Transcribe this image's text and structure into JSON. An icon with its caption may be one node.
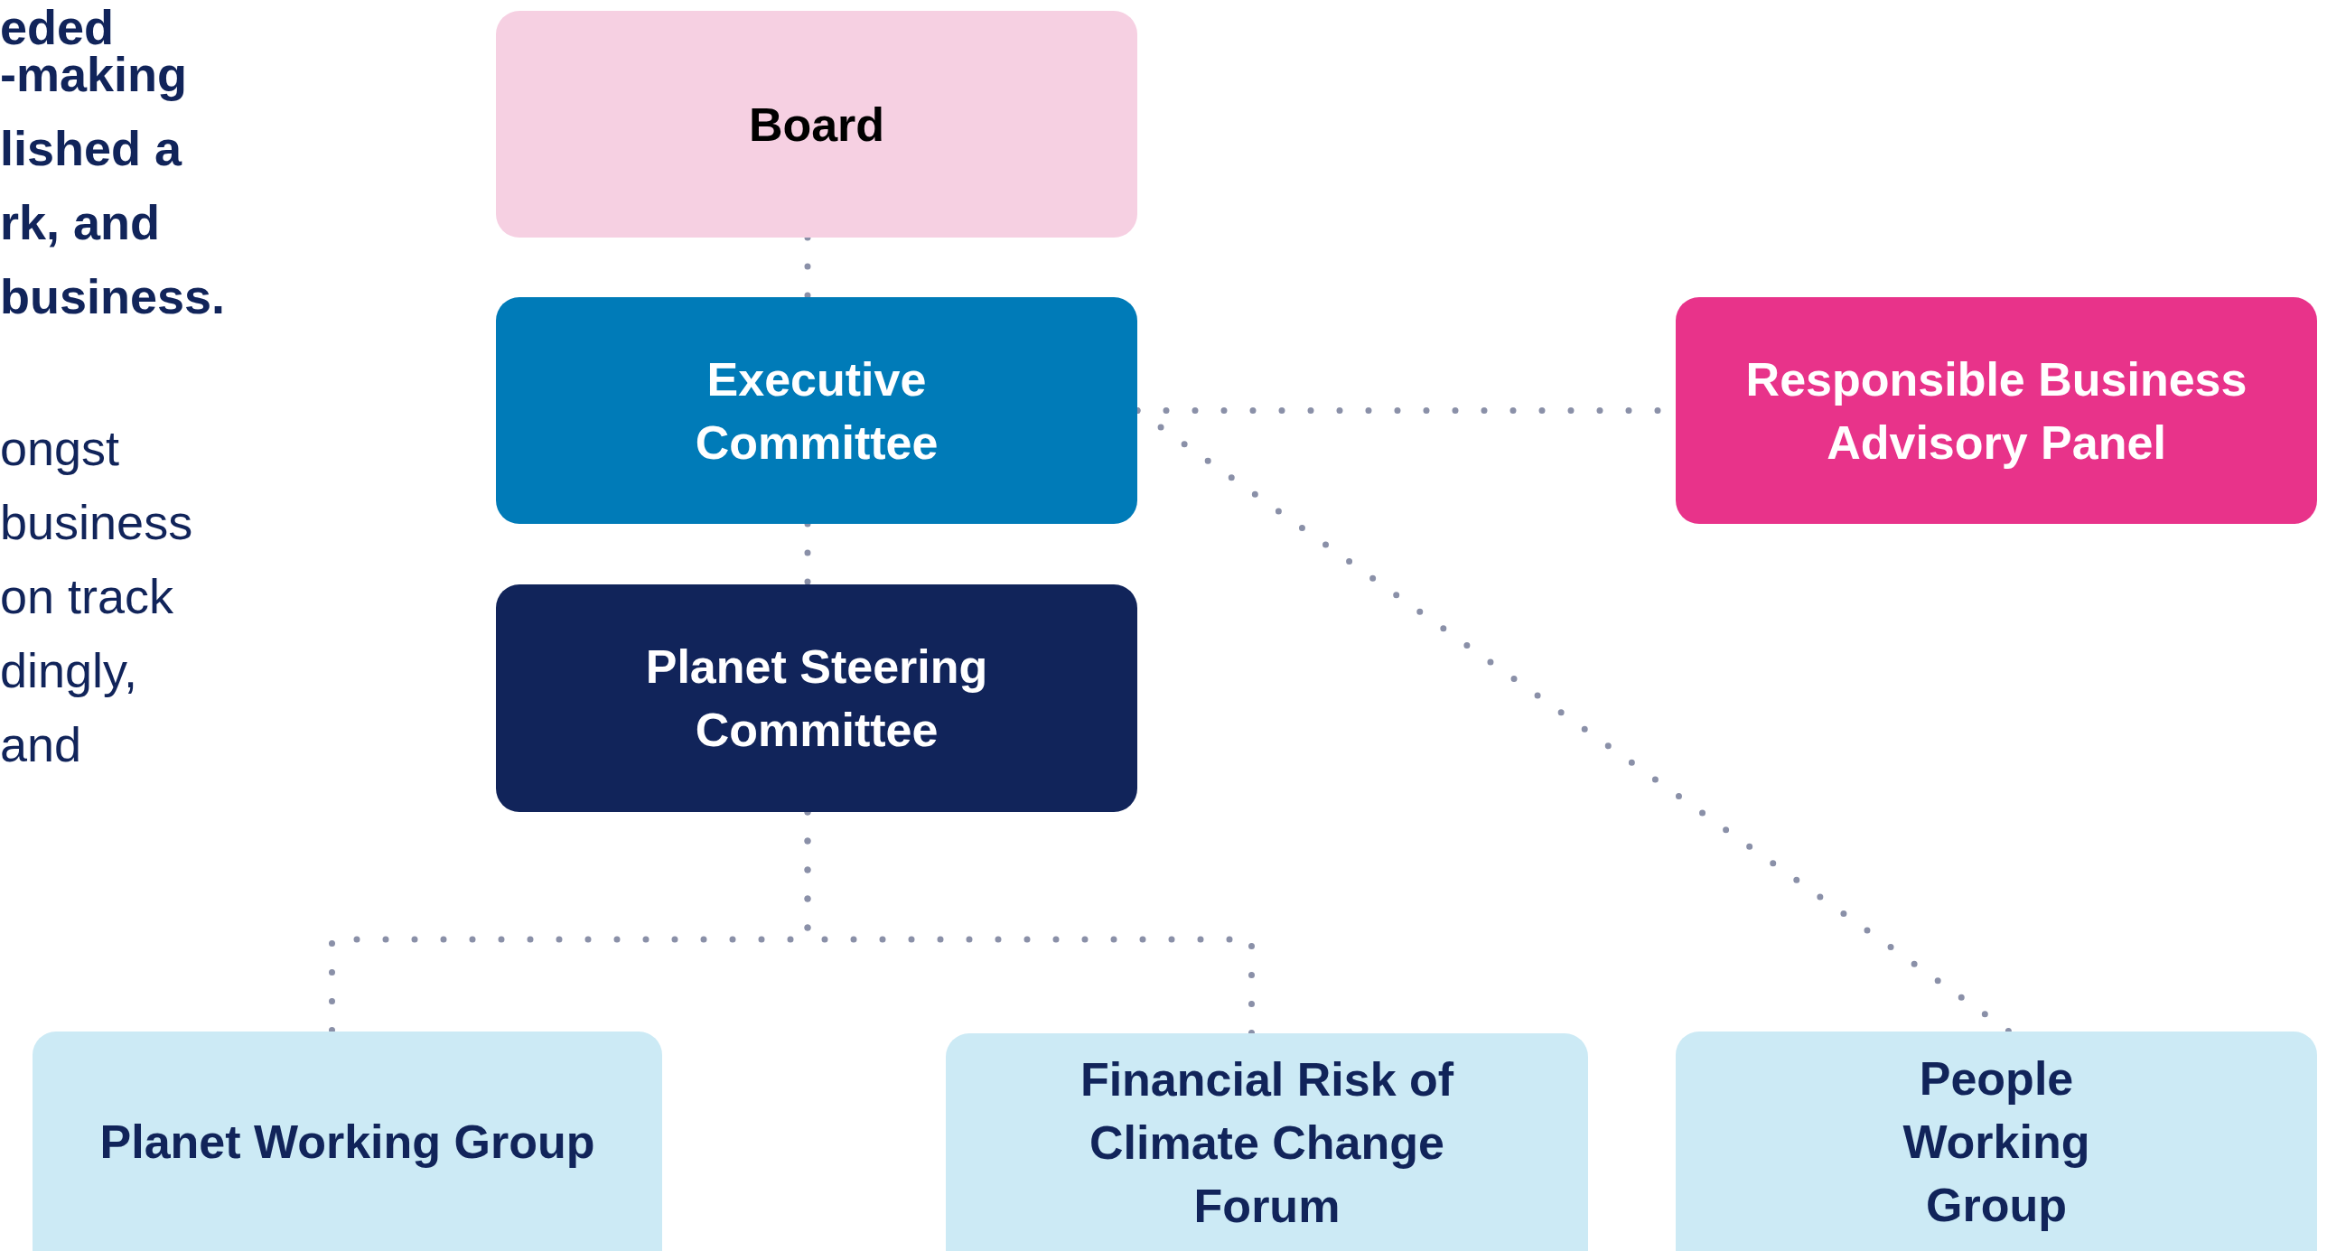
{
  "diagram": {
    "nodes": [
      {
        "text": [
          "Board"
        ]
      },
      {
        "text": [
          "Executive Committee"
        ]
      },
      {
        "text": [
          "Responsible Business Advisory Panel"
        ]
      },
      {
        "text": [
          "Planet Steering Committee"
        ]
      },
      {
        "text": [
          "Planet Working Group"
        ]
      },
      {
        "text": [
          "Financial Risk of Climate Change Forum"
        ]
      },
      {
        "text": [
          "People Working Group"
        ]
      }
    ],
    "edges": [
      {
        "from": 0,
        "to": 1,
        "arrow": "none",
        "style": "dashed"
      },
      {
        "from": 1,
        "to": 3,
        "arrow": "none",
        "style": "dashed"
      },
      {
        "from": 1,
        "to": 2,
        "arrow": "none",
        "style": "dashed"
      },
      {
        "from": 1,
        "to": 6,
        "arrow": "none",
        "style": "dashed"
      },
      {
        "from": 3,
        "to": 4,
        "arrow": "none",
        "style": "dashed"
      },
      {
        "from": 3,
        "to": 5,
        "arrow": "none",
        "style": "dashed"
      }
    ],
    "labels": [
      "eded",
      "-making",
      "lished a",
      "rk, and",
      "business.",
      "ongst",
      "business",
      "on track",
      "dingly,",
      "and"
    ]
  }
}
